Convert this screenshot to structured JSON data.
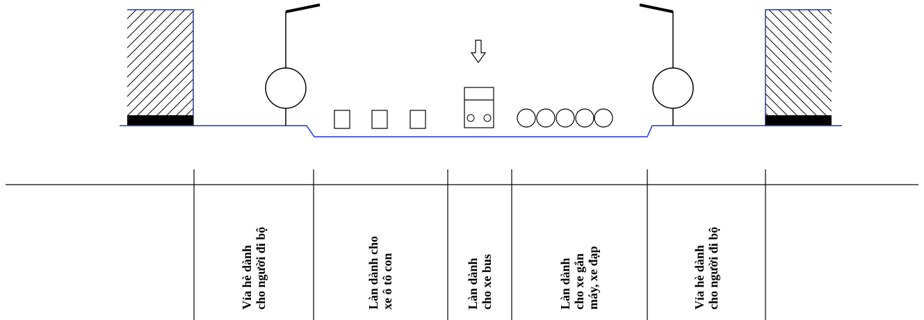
{
  "colors": {
    "road_outline": "#1f2fd0",
    "ink": "#000000",
    "background": "#ffffff"
  },
  "icons": {
    "building": "hatched-building-icon",
    "street_lamp": "street-lamp-icon",
    "tree": "tree-icon",
    "car": "car-icon",
    "bus": "bus-icon",
    "motorbike": "motorbike-icon",
    "direction": "down-arrow-icon"
  },
  "lanes": [
    {
      "lines": [
        "Vỉa hè dành",
        "cho người đi bộ"
      ]
    },
    {
      "lines": [
        "Làn dành cho",
        "xe ô tô con"
      ]
    },
    {
      "lines": [
        "Làn dành",
        "cho xe bus"
      ]
    },
    {
      "lines": [
        "Làn dành",
        "cho xe gắn",
        "máy, xe đạp"
      ]
    },
    {
      "lines": [
        "Vỉa hè dành",
        "cho người đi bộ"
      ]
    }
  ]
}
